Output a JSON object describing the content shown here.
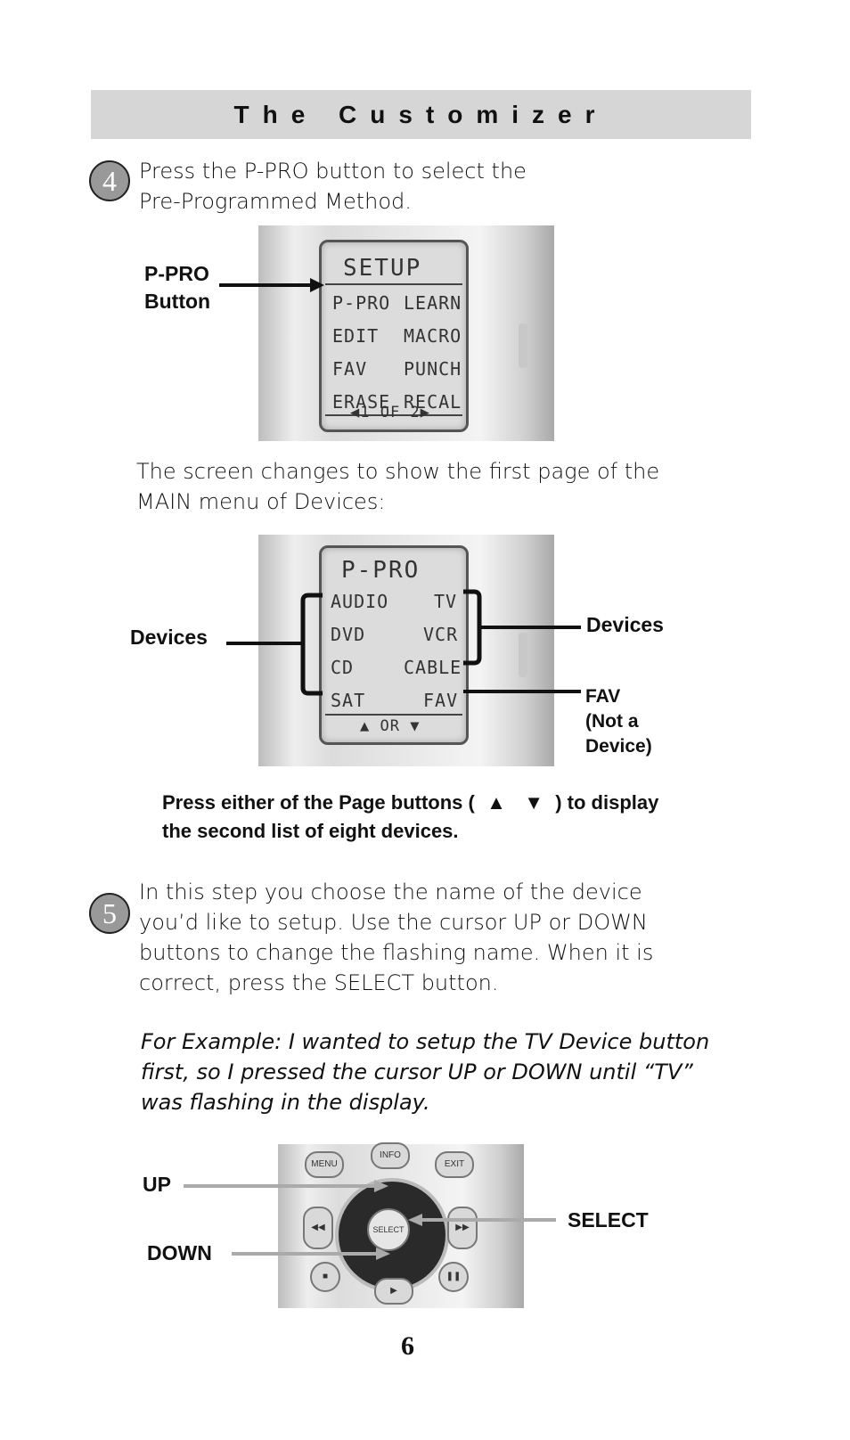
{
  "header": {
    "title": "The Customizer"
  },
  "step4": {
    "number": "4",
    "line1": "Press the P-PRO button to select the",
    "line2": "Pre-Programmed Method."
  },
  "setup_screen": {
    "title": "SETUP",
    "items": [
      "P-PRO",
      "LEARN",
      "EDIT",
      "MACRO",
      "FAV",
      "PUNCH",
      "ERASE",
      "RECAL"
    ],
    "footer": "1 OF 2",
    "callout_line1": "P-PRO",
    "callout_line2": "Button"
  },
  "screen_change": {
    "line1": "The screen changes to show the first page of the",
    "line2": "MAIN menu of Devices:"
  },
  "pro_screen": {
    "title": "P-PRO",
    "items": [
      "AUDIO",
      "TV",
      "DVD",
      "VCR",
      "CD",
      "CABLE",
      "SAT",
      "FAV"
    ],
    "footer": "OR",
    "left_label": "Devices",
    "right_label": "Devices",
    "fav_line1": "FAV",
    "fav_line2": "(Not a",
    "fav_line3": "Device)"
  },
  "page_note": {
    "part1": "Press either of the Page buttons (",
    "part2": ") to display",
    "line2": "the second list of eight devices."
  },
  "step5": {
    "number": "5",
    "lines": [
      "In this step you choose the name of the device",
      "you’d like to setup. Use the cursor UP or DOWN",
      "buttons to change the flashing name. When it is",
      "correct, press the SELECT button."
    ],
    "example_lines": [
      "For Example: I wanted to setup the TV Device button",
      "first, so I pressed the cursor UP or DOWN until “TV”",
      "was flashing in the display."
    ]
  },
  "remote": {
    "menu": "MENU",
    "info": "INFO",
    "exit": "EXIT",
    "select": "SELECT",
    "up_label": "UP",
    "down_label": "DOWN",
    "select_label": "SELECT"
  },
  "page_number": "6"
}
